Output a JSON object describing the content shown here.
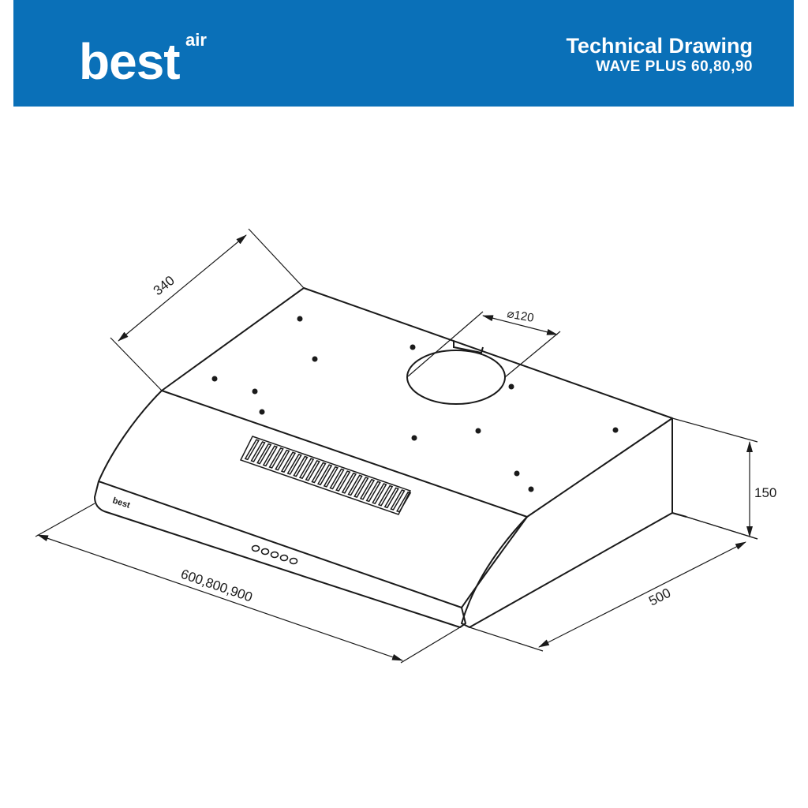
{
  "header": {
    "logo_text": "best",
    "logo_superscript": "air",
    "title": "Technical Drawing",
    "subtitle": "WAVE PLUS 60,80,90"
  },
  "colors": {
    "banner": "#0a70b8",
    "text_on_banner": "#ffffff",
    "line": "#1a1a1a"
  },
  "drawing": {
    "front_label": "best",
    "dimensions": {
      "depth_top": "340",
      "duct_diameter": "120",
      "diameter_symbol": "⌀",
      "height": "150",
      "width": "600,800,900",
      "depth": "500"
    },
    "control_button_count": 5
  }
}
